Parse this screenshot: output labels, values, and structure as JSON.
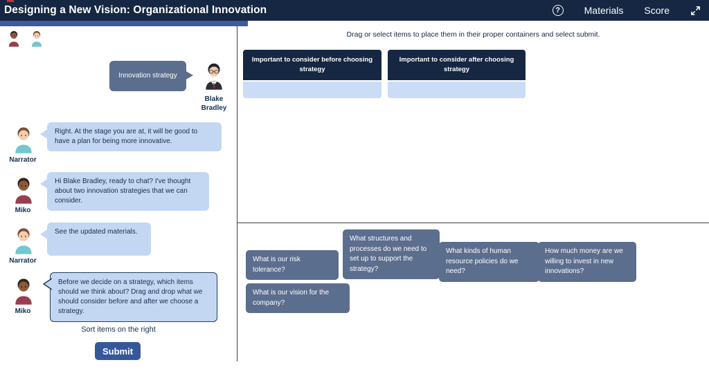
{
  "header": {
    "title": "Designing a New Vision: Organizational Innovation",
    "help_label": "?",
    "materials_label": "Materials",
    "score_label": "Score",
    "expand_icon": "expand-fullscreen-icon"
  },
  "progress": {
    "percent": 35
  },
  "chat": {
    "participants": [
      {
        "icon": "miko-avatar"
      },
      {
        "icon": "narrator-avatar"
      }
    ],
    "messages": [
      {
        "speaker": "Blake Bradley",
        "text": "Innovation strategy"
      },
      {
        "speaker": "Narrator",
        "text": "Right. At the stage you are at, it will be good to have a plan for being more innovative."
      },
      {
        "speaker": "Miko",
        "text": "Hi Blake Bradley, ready to chat? I've thought about two innovation strategies that we can consider."
      },
      {
        "speaker": "Narrator",
        "text": "See the updated materials."
      },
      {
        "speaker": "Miko",
        "text": "Before we decide on a strategy, which items should we think about? Drag and drop what we should consider before and after we choose a strategy."
      }
    ],
    "hint": "Sort items on the right",
    "submit_label": "Submit"
  },
  "right_panel": {
    "instruction": "Drag or select items to place them in their proper containers and select submit.",
    "containers": [
      {
        "label": "Important to consider before choosing strategy"
      },
      {
        "label": "Important to consider after choosing strategy"
      }
    ],
    "draggable_items": [
      {
        "label": "What is our risk tolerance?"
      },
      {
        "label": "What structures and processes do we need to set up to support the strategy?"
      },
      {
        "label": "What kinds of human resource policies do we need?"
      },
      {
        "label": "How much money are we willing to invest in new innovations?"
      },
      {
        "label": "What is our vision for the company?"
      }
    ]
  },
  "colors": {
    "topbar_navy": "#152742",
    "progress_blue": "#3D5C9D",
    "container_header_navy": "#152742",
    "container_drop_blue": "#CBDCF7",
    "item_slate": "#5C6E8E",
    "bubble_light_blue": "#C3D7F3",
    "bubble_dark_slate": "#5C6E8E",
    "submit_blue": "#36589B",
    "text_navy": "#16304F",
    "accent_red": "#C0392B"
  }
}
